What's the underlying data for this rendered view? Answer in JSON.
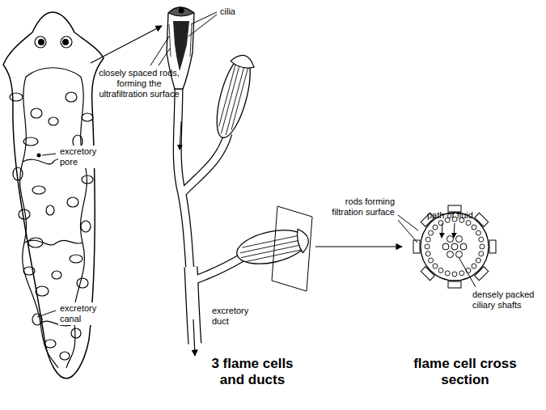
{
  "diagram": {
    "labels": [
      "cilia",
      "closely spaced rods, forming the ultrafiltration surface",
      "excretory pore",
      "excretory canal",
      "path of fluid",
      "rods forming filtration surface",
      "densely packed ciliary shafts",
      "excretory duct",
      "3 flame cells and ducts",
      "flame cell cross section"
    ]
  }
}
